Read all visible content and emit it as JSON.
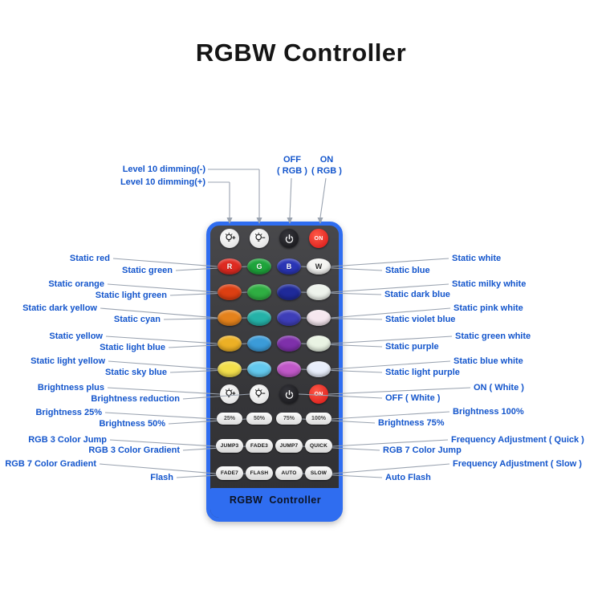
{
  "title": "RGBW Controller",
  "callouts": {
    "top_left": [
      "Level 10 dimming(-)",
      "Level 10 dimming(+)"
    ],
    "off_rgb": {
      "line1": "OFF",
      "line2": "( RGB )"
    },
    "on_rgb": {
      "line1": "ON",
      "line2": "( RGB )"
    },
    "left": [
      "Static red",
      "Static green",
      "Static orange",
      "Static light green",
      "Static dark yellow",
      "Static cyan",
      "Static yellow",
      "Static light blue",
      "Static light yellow",
      "Static sky blue",
      "Brightness plus",
      "Brightness reduction",
      "Brightness 25%",
      "Brightness 50%",
      "RGB 3 Color Jump",
      "RGB 3 Color Gradient",
      "RGB 7 Color Gradient",
      "Flash"
    ],
    "right": [
      "Static white",
      "Static blue",
      "Static milky white",
      "Static dark blue",
      "Static pink white",
      "Static violet blue",
      "Static green white",
      "Static purple",
      "Static blue white",
      "Static light purple",
      "ON ( White )",
      "OFF ( White )",
      "Brightness 100%",
      "Brightness 75%",
      "Frequency Adjustment ( Quick )",
      "RGB 7 Color Jump",
      "Frequency Adjustment ( Slow )",
      "Auto Flash"
    ]
  },
  "remote": {
    "brand": "RGBW  Controller",
    "on_label": "ON",
    "icons": {
      "dim_plus": "bulb-plus-icon",
      "dim_minus": "bulb-minus-icon",
      "power_off_rgb": "power-icon",
      "brightness_plus": "bulb-plus-icon",
      "brightness_reduction": "bulb-minus-icon",
      "power_off_white": "power-icon"
    },
    "color_rows": [
      [
        {
          "label": "R",
          "color": "#de2a21"
        },
        {
          "label": "G",
          "color": "#1ea43b"
        },
        {
          "label": "B",
          "color": "#2a35b5"
        },
        {
          "label": "W",
          "color": "#f4f4f2"
        }
      ],
      [
        {
          "label": "",
          "color": "#dc3f12"
        },
        {
          "label": "",
          "color": "#2fae42"
        },
        {
          "label": "",
          "color": "#1f2a99"
        },
        {
          "label": "",
          "color": "#eef3ec"
        }
      ],
      [
        {
          "label": "",
          "color": "#e4821c"
        },
        {
          "label": "",
          "color": "#25b2a8"
        },
        {
          "label": "",
          "color": "#3e3eb8"
        },
        {
          "label": "",
          "color": "#f5e7ef"
        }
      ],
      [
        {
          "label": "",
          "color": "#ecb025"
        },
        {
          "label": "",
          "color": "#3b9bd8"
        },
        {
          "label": "",
          "color": "#7e30aa"
        },
        {
          "label": "",
          "color": "#e9f3e3"
        }
      ],
      [
        {
          "label": "",
          "color": "#f3df4b"
        },
        {
          "label": "",
          "color": "#63c9ee"
        },
        {
          "label": "",
          "color": "#c058c8"
        },
        {
          "label": "",
          "color": "#e8eefb"
        }
      ]
    ],
    "percent_row": [
      "25%",
      "50%",
      "75%",
      "100%"
    ],
    "mode_rows": [
      [
        "JUMP3",
        "FADE3",
        "JUMP7",
        "QUICK"
      ],
      [
        "FADE7",
        "FLASH",
        "AUTO",
        "SLOW"
      ]
    ]
  },
  "colors": {
    "label_text": "#1355cc",
    "connector_line": "#9aa3b0",
    "remote_border": "#2f6df0",
    "brand_strip": "#2f6df0"
  }
}
